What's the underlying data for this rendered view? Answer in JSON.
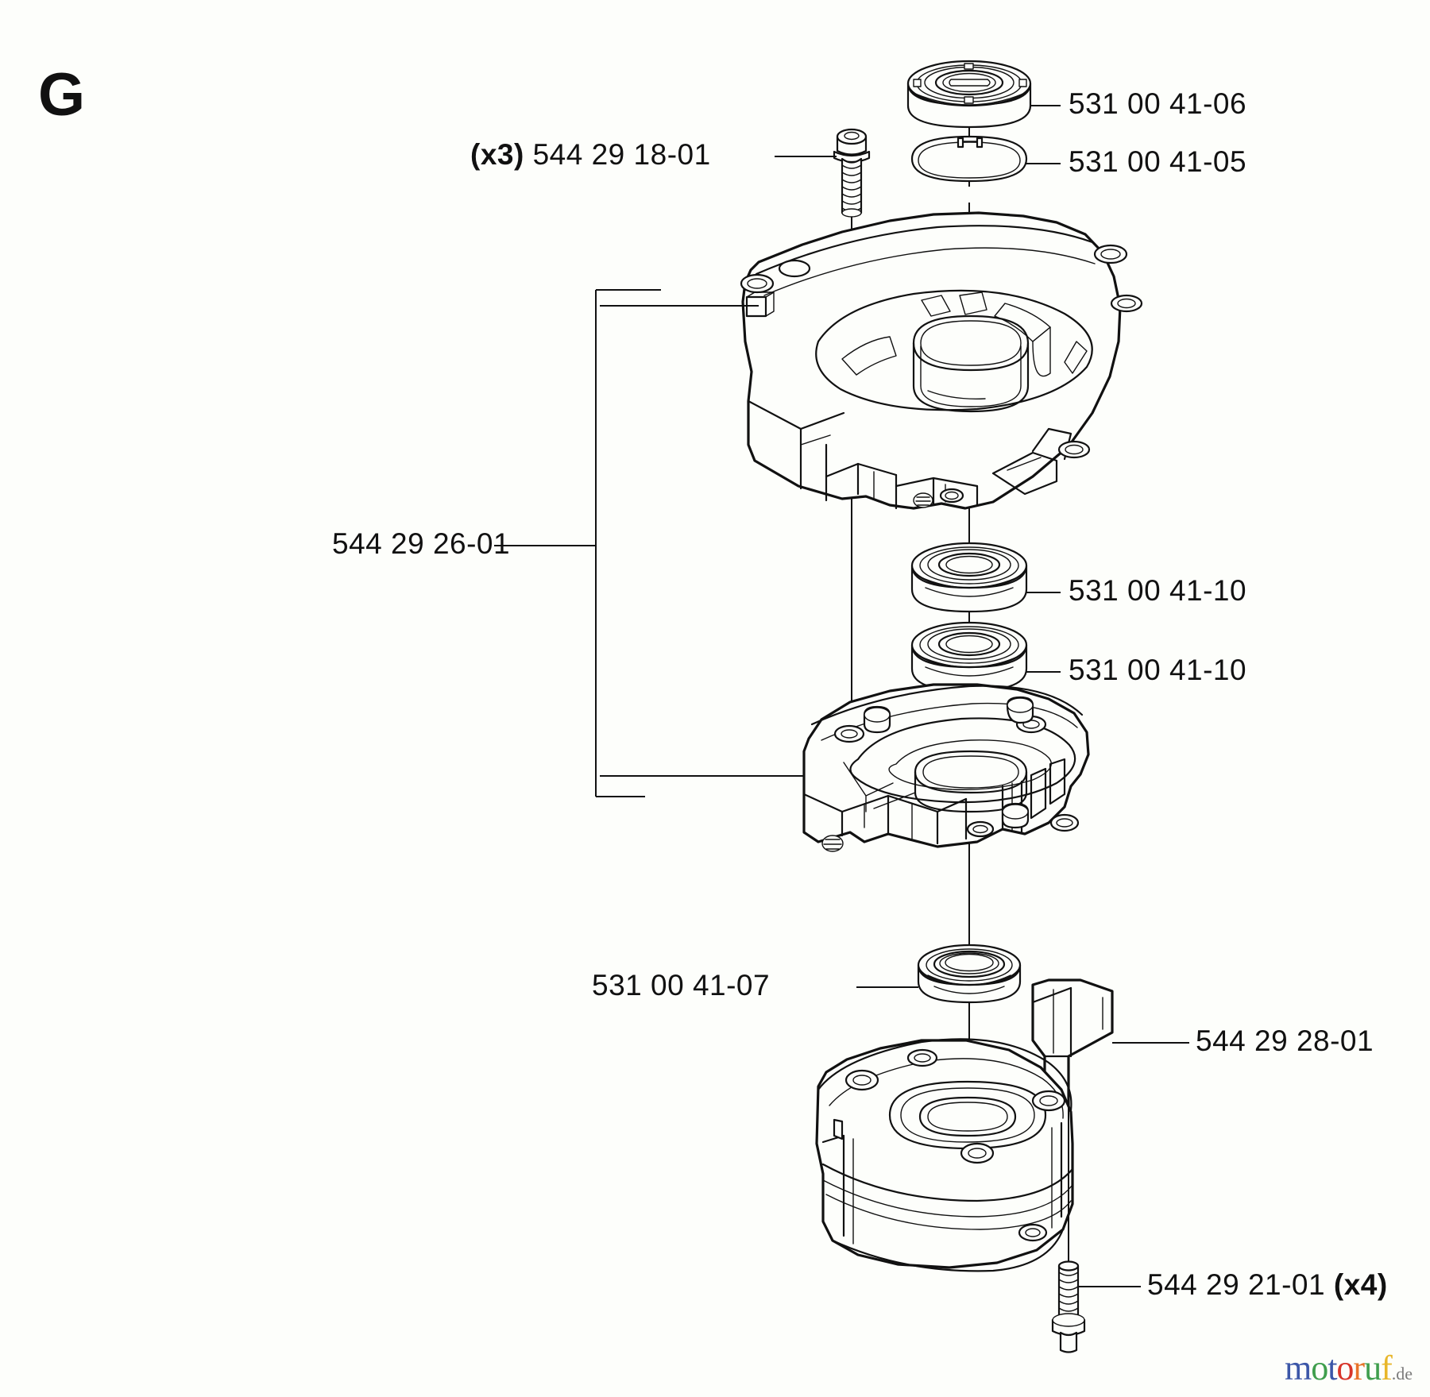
{
  "sheet": {
    "section_letter": "G",
    "background_color": "#fdfefb",
    "line_color": "#111111"
  },
  "callouts": [
    {
      "id": "bearing-top",
      "part_number": "531 00 41-06",
      "multiplier": "",
      "side": "right"
    },
    {
      "id": "snap-ring",
      "part_number": "531 00 41-05",
      "multiplier": "",
      "side": "right"
    },
    {
      "id": "screw-upper",
      "part_number": "544 29 18-01",
      "multiplier": "(x3)",
      "multiplier_position": "before",
      "side": "left"
    },
    {
      "id": "housing-assembly",
      "part_number": "544 29 26-01",
      "multiplier": "",
      "side": "left"
    },
    {
      "id": "bearing-mid-upper",
      "part_number": "531 00 41-10",
      "multiplier": "",
      "side": "right"
    },
    {
      "id": "bearing-mid-lower",
      "part_number": "531 00 41-10",
      "multiplier": "",
      "side": "right"
    },
    {
      "id": "seal",
      "part_number": "531 00 41-07",
      "multiplier": "",
      "side": "left"
    },
    {
      "id": "lower-housing",
      "part_number": "544 29 28-01",
      "multiplier": "",
      "side": "right"
    },
    {
      "id": "screw-lower",
      "part_number": "544 29 21-01",
      "multiplier": "(x4)",
      "multiplier_position": "after",
      "side": "right"
    }
  ],
  "watermark": {
    "letters": [
      {
        "char": "m",
        "color": "#3b56a8"
      },
      {
        "char": "o",
        "color": "#3f9e4d"
      },
      {
        "char": "t",
        "color": "#3b56a8"
      },
      {
        "char": "o",
        "color": "#d8352a"
      },
      {
        "char": "r",
        "color": "#e8732a"
      },
      {
        "char": "u",
        "color": "#3f9e4d"
      },
      {
        "char": "f",
        "color": "#e8b62a"
      }
    ],
    "suffix": ".de"
  }
}
